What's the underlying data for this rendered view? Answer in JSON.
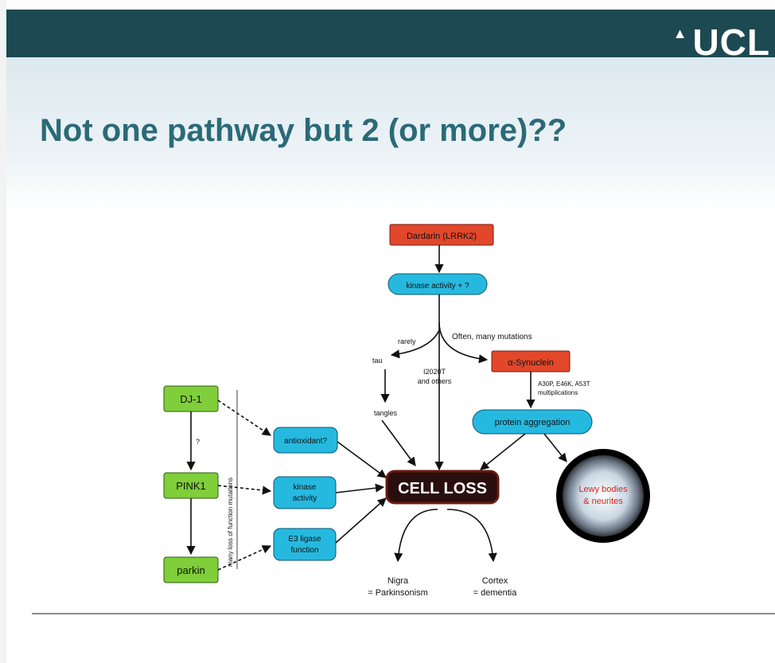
{
  "header": {
    "logo_text": "UCL",
    "logo_mark": "▲",
    "band_color": "#1d4a52"
  },
  "slide": {
    "title": "Not one pathway but 2 (or more)??",
    "title_color": "#2b6a77"
  },
  "diagram": {
    "nodes": {
      "dardarin": "Dardarin (LRRK2)",
      "kinase": "kinase activity + ?",
      "synuclein": "α-Synuclein",
      "protein_agg": "protein aggregation",
      "dj1": "DJ-1",
      "pink1": "PINK1",
      "parkin": "parkin",
      "antioxidant": "antioxidant?",
      "kinase_activity": [
        "kinase",
        "activity"
      ],
      "e3_ligase": [
        "E3 ligase",
        "function"
      ],
      "cell_loss": "CELL LOSS",
      "lewy": [
        "Lewy bodies",
        "& neurites"
      ]
    },
    "labels": {
      "rarely": "rarely",
      "often": "Often, many mutations",
      "tau": "tau",
      "g2019s": [
        "I2020T",
        "and others"
      ],
      "tangles": "tangles",
      "a53t": [
        "A30P, E46K, A53T",
        "multiplications"
      ],
      "question": "?",
      "vertical": "many loss of function mutations",
      "nigra": [
        "Nigra",
        "= Parkinsonism"
      ],
      "cortex": [
        "Cortex",
        "= dementia"
      ]
    },
    "colors": {
      "red": "#e2472a",
      "cyan": "#26b9e0",
      "green": "#7fce3a",
      "dark": "#2a0d0d"
    }
  }
}
